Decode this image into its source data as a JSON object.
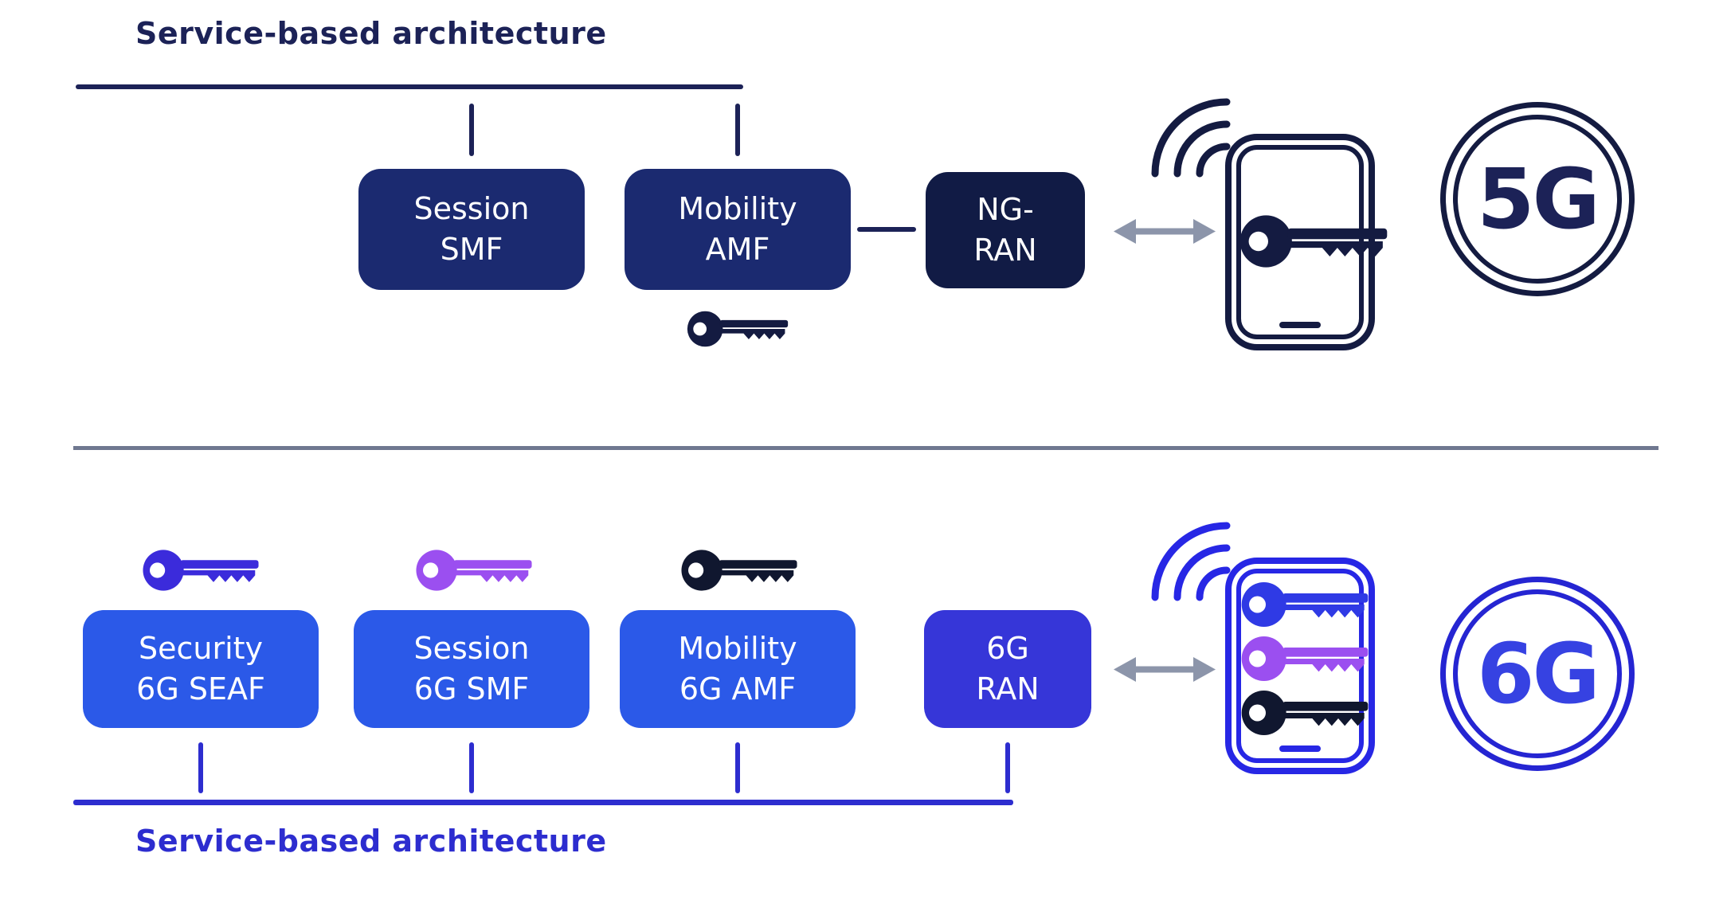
{
  "sections": {
    "five_g": {
      "sba_label": "Service-based architecture",
      "nodes": {
        "session": {
          "line1": "Session",
          "line2": "SMF"
        },
        "mobility": {
          "line1": "Mobility",
          "line2": "AMF"
        },
        "ran": {
          "line1": "NG-",
          "line2": "RAN"
        }
      },
      "badge": "5G"
    },
    "six_g": {
      "sba_label": "Service-based architecture",
      "nodes": {
        "security": {
          "line1": "Security",
          "line2": "6G SEAF"
        },
        "session": {
          "line1": "Session",
          "line2": "6G SMF"
        },
        "mobility": {
          "line1": "Mobility",
          "line2": "6G AMF"
        },
        "ran": {
          "line1": "6G",
          "line2": "RAN"
        }
      },
      "badge": "6G"
    }
  },
  "icons": {
    "key": "key-icon",
    "signal": "signal-waves-icon",
    "phone": "smartphone-icon",
    "arrow": "double-headed-arrow-icon"
  },
  "colors": {
    "navy_ink": "#1C2257",
    "navy_box": "#1B2A70",
    "navy_dark": "#111B45",
    "navy_icon": "#141B41",
    "gray_arrow": "#8C95AA",
    "divider": "#6F7890",
    "blue_box": "#2B59E8",
    "indigo_box": "#3636D8",
    "blue_ink": "#2D2DCF",
    "blue_phone": "#2727E5",
    "blue_ring": "#2525D2",
    "blue_badge": "#3642E2",
    "key_blue": "#3B2BDB",
    "key_blue_phone": "#2F3AE5",
    "key_purple": "#9B4FF0",
    "key_black": "#10172F"
  }
}
